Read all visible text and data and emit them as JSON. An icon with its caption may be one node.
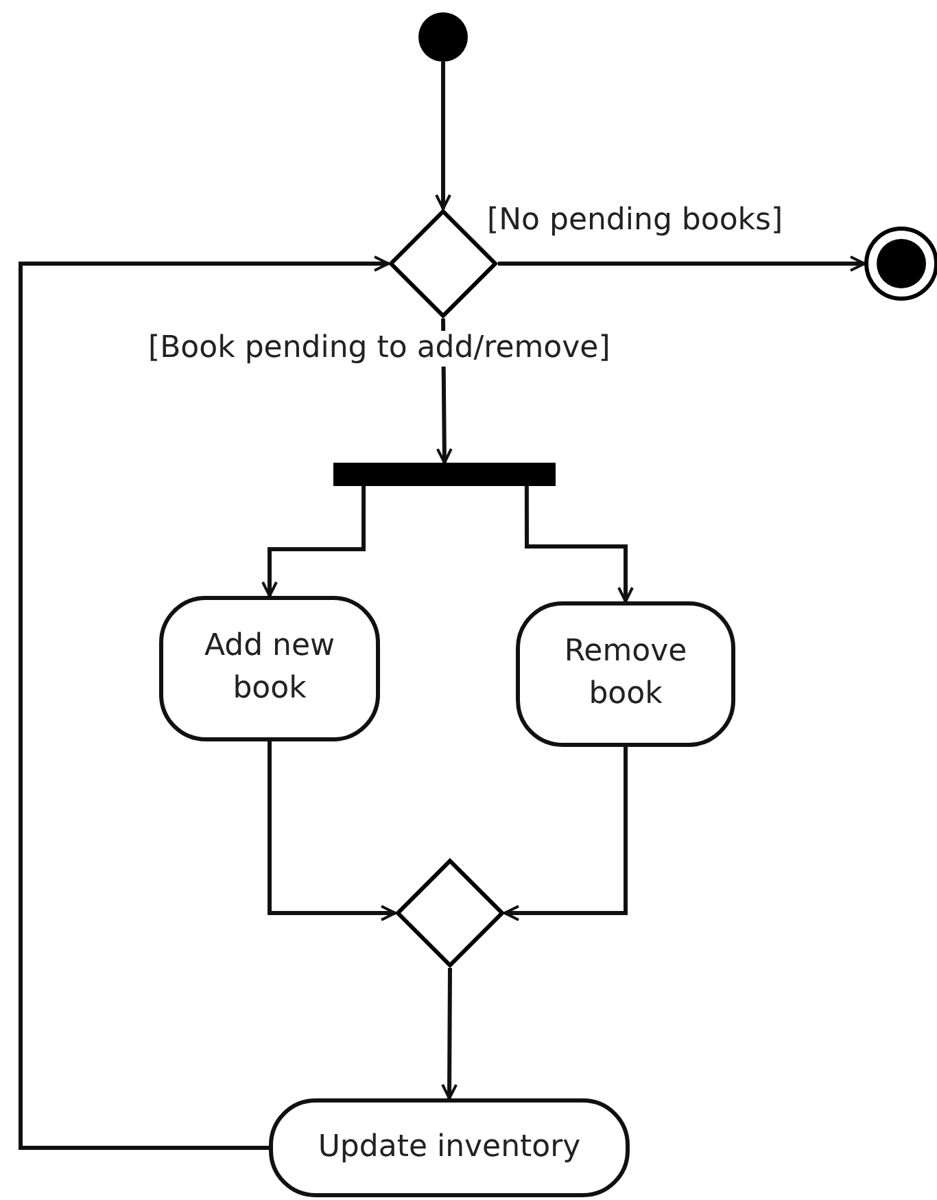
{
  "diagram": {
    "nodes": [
      {
        "text": [],
        "shape": "circle"
      },
      {
        "text": [],
        "shape": "diamond"
      },
      {
        "text": [],
        "shape": "circle"
      },
      {
        "text": [],
        "shape": "bar"
      },
      {
        "text": [
          "Add new book"
        ]
      },
      {
        "text": [
          "Remove book"
        ]
      },
      {
        "text": [],
        "shape": "diamond"
      },
      {
        "text": [
          "Update inventory"
        ]
      }
    ],
    "edges": [
      {
        "from": 0,
        "to": 1,
        "arrow": "to"
      },
      {
        "from": 1,
        "to": 2,
        "arrow": "to",
        "label": "[No pending books]"
      },
      {
        "from": 1,
        "to": 3,
        "arrow": "to",
        "label": "[Book pending to add/remove]"
      },
      {
        "from": 3,
        "to": 4,
        "arrow": "to"
      },
      {
        "from": 3,
        "to": 5,
        "arrow": "to"
      },
      {
        "from": 4,
        "to": 6,
        "arrow": "to"
      },
      {
        "from": 5,
        "to": 6,
        "arrow": "to"
      },
      {
        "from": 6,
        "to": 7,
        "arrow": "to"
      },
      {
        "from": 7,
        "to": 1,
        "arrow": "to"
      }
    ]
  }
}
